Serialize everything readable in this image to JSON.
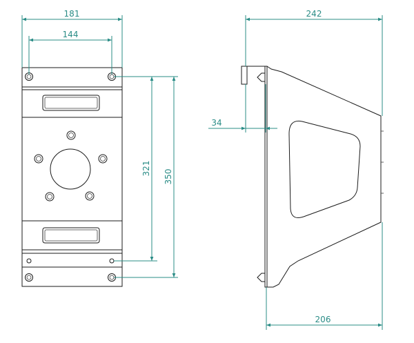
{
  "colors": {
    "dimension": "#2a8c86",
    "ink": "#1a1a1a",
    "background": "#ffffff"
  },
  "dimensions": {
    "front_width_outer": "181",
    "front_width_holes": "144",
    "front_height_holes": "321",
    "front_height_outer": "350",
    "side_depth_total": "242",
    "side_flange": "34",
    "side_depth_base": "206"
  }
}
